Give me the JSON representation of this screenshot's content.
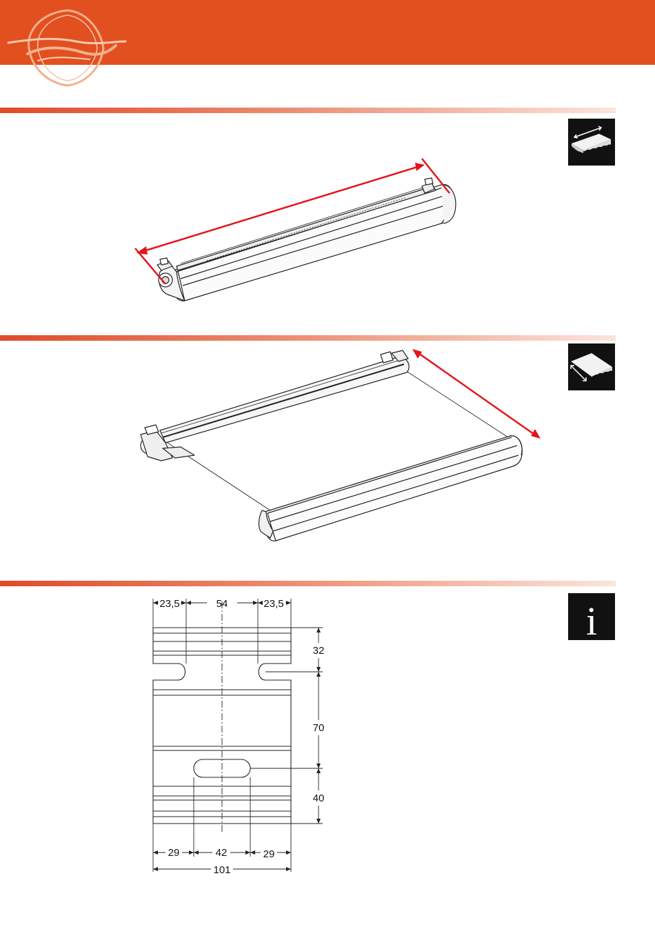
{
  "colors": {
    "brand_orange": "#e2501f",
    "logo_line": "#f3b08e",
    "measure_arrow": "#e3141b",
    "icon_bg": "#111111"
  },
  "icons": {
    "width": "awning-width-icon",
    "projection": "awning-projection-icon",
    "info": "info-icon"
  },
  "info_icon": {
    "glyph": "i"
  },
  "dimensions": {
    "top_left": "23,5",
    "top_middle": "54",
    "top_right": "23,5",
    "right_top": "32",
    "right_middle": "70",
    "right_bottom": "40",
    "bottom_left": "29",
    "bottom_middle": "42",
    "bottom_right": "29",
    "bottom_total": "101"
  }
}
